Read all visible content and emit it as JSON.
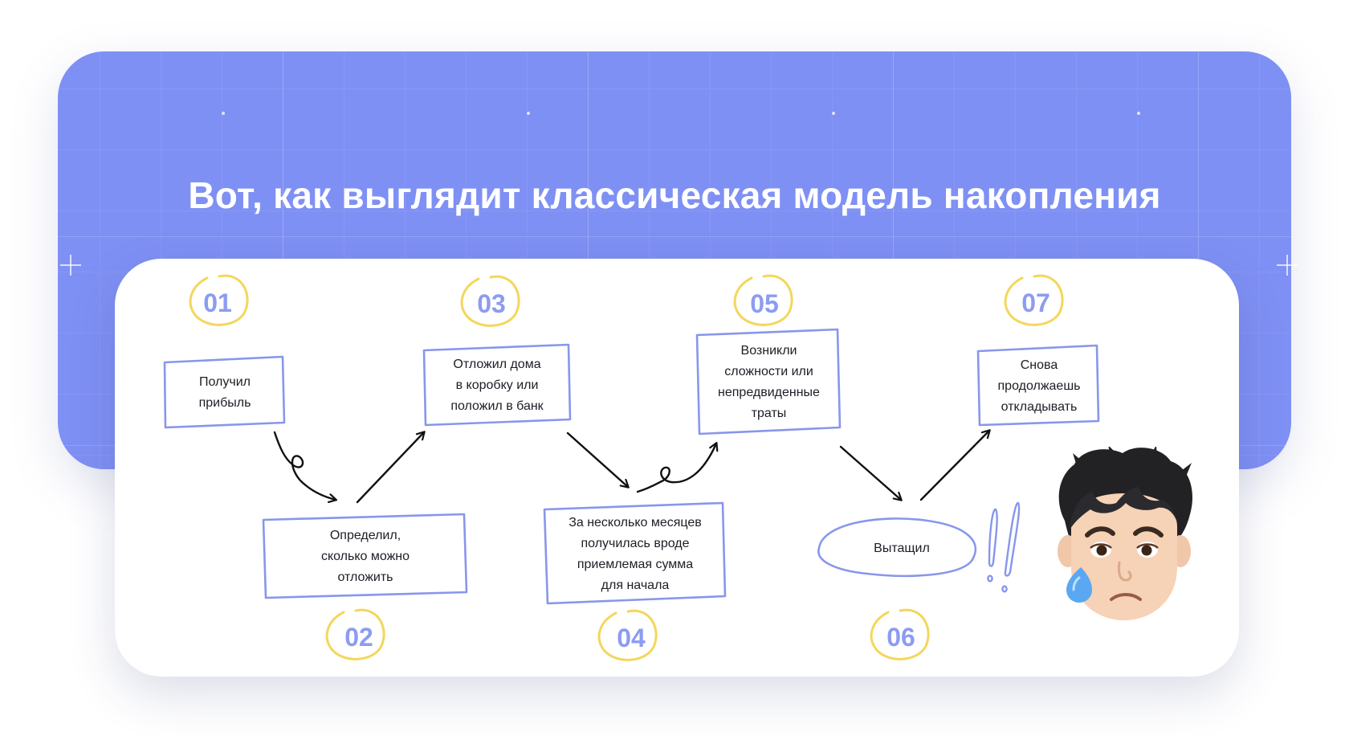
{
  "title": "Вот, как выглядит классическая модель накопления",
  "colors": {
    "banner": "#7f90f4",
    "box_outline": "#8896ec",
    "number": "#8c9cf0",
    "number_circle": "#f3d75c",
    "arrow": "#111111"
  },
  "steps": [
    {
      "number": "01",
      "text": "Получил\nприбыль"
    },
    {
      "number": "02",
      "text": "Определил,\nсколько можно\nотложить"
    },
    {
      "number": "03",
      "text": "Отложил дома\nв коробку или\nположил в банк"
    },
    {
      "number": "04",
      "text": "За несколько месяцев\nполучилась вроде\nприемлемая сумма\nдля начала"
    },
    {
      "number": "05",
      "text": "Возникли\nсложности или\nнепредвиденные\nтраты"
    },
    {
      "number": "06",
      "text": "Вытащил"
    },
    {
      "number": "07",
      "text": "Снова\nпродолжаешь\nоткладывать"
    }
  ],
  "icons": {
    "exclamation": "double-exclamation-icon",
    "character": "crying-boy-emoji-icon"
  }
}
